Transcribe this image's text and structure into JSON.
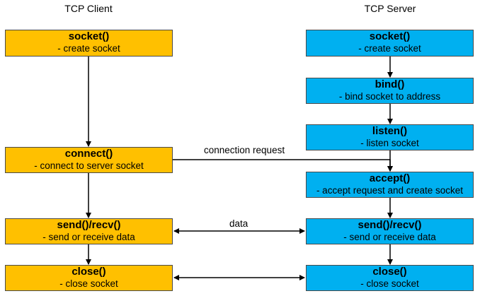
{
  "columns": {
    "client_title": "TCP Client",
    "server_title": "TCP Server"
  },
  "client": [
    {
      "fn": "socket()",
      "desc": "- create socket"
    },
    {
      "fn": "connect()",
      "desc": "- connect to server socket"
    },
    {
      "fn": "send()/recv()",
      "desc": "- send or receive data"
    },
    {
      "fn": "close()",
      "desc": "- close socket"
    }
  ],
  "server": [
    {
      "fn": "socket()",
      "desc": "- create socket"
    },
    {
      "fn": "bind()",
      "desc": "- bind socket to address"
    },
    {
      "fn": "listen()",
      "desc": "- listen socket"
    },
    {
      "fn": "accept()",
      "desc": "- accept request and create socket"
    },
    {
      "fn": "send()/recv()",
      "desc": "- send or receive data"
    },
    {
      "fn": "close()",
      "desc": "- close socket"
    }
  ],
  "links": {
    "connection_label": "connection request",
    "data_label": "data"
  },
  "colors": {
    "client": "#ffc000",
    "server": "#00b0f0"
  }
}
